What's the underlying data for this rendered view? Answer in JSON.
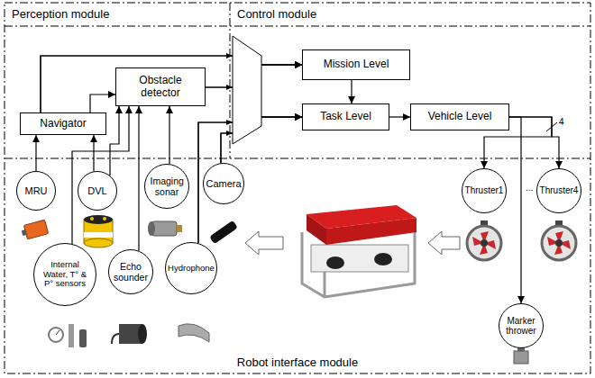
{
  "diagram": {
    "nodes": [
      {
        "text": [
          "Perception module"
        ]
      },
      {
        "text": [
          "Control module"
        ]
      },
      {
        "text": [
          "Robot interface module"
        ]
      },
      {
        "text": [
          "Navigator"
        ],
        "in": 0
      },
      {
        "text": [
          "Obstacle detector"
        ],
        "in": 0
      },
      {
        "text": [
          "Mission Level"
        ],
        "in": 1
      },
      {
        "text": [
          "Task Level"
        ],
        "in": 1
      },
      {
        "text": [
          "Vehicle Level"
        ],
        "in": 1
      },
      {
        "text": [
          "MRU"
        ],
        "in": 2
      },
      {
        "text": [
          "DVL"
        ],
        "in": 2
      },
      {
        "text": [
          "Imaging sonar"
        ],
        "in": 2
      },
      {
        "text": [
          "Camera"
        ],
        "in": 2
      },
      {
        "text": [
          "Internal Water, T° & P° sensors"
        ],
        "in": 2
      },
      {
        "text": [
          "Echo sounder"
        ],
        "in": 2
      },
      {
        "text": [
          "Hydrophone"
        ],
        "in": 2
      },
      {
        "text": [
          "Thruster1"
        ],
        "in": 2
      },
      {
        "text": [
          "Thruster4"
        ],
        "in": 2
      },
      {
        "text": [
          "Marker thrower"
        ],
        "in": 2
      }
    ],
    "edges": [
      {
        "from": 8,
        "to": 3,
        "arrow": "to"
      },
      {
        "from": 9,
        "to": 3,
        "arrow": "to"
      },
      {
        "from": 9,
        "to": 4,
        "arrow": "to"
      },
      {
        "from": 12,
        "to": 4,
        "arrow": "to"
      },
      {
        "from": 13,
        "to": 4,
        "arrow": "to"
      },
      {
        "from": 10,
        "to": 4,
        "arrow": "to"
      },
      {
        "from": 3,
        "to": 4,
        "arrow": "to"
      },
      {
        "from": 3,
        "to": 5,
        "arrow": "to"
      },
      {
        "from": 3,
        "to": 6,
        "arrow": "to"
      },
      {
        "from": 4,
        "to": 5,
        "arrow": "to"
      },
      {
        "from": 4,
        "to": 6,
        "arrow": "to"
      },
      {
        "from": 11,
        "to": 5,
        "arrow": "to"
      },
      {
        "from": 11,
        "to": 6,
        "arrow": "to"
      },
      {
        "from": 14,
        "to": 5,
        "arrow": "to"
      },
      {
        "from": 14,
        "to": 6,
        "arrow": "to"
      },
      {
        "from": 5,
        "to": 6,
        "arrow": "to"
      },
      {
        "from": 6,
        "to": 7,
        "arrow": "to"
      },
      {
        "from": 7,
        "to": 15,
        "arrow": "to"
      },
      {
        "from": 7,
        "to": 16,
        "arrow": "to"
      },
      {
        "from": 7,
        "to": 17,
        "arrow": "to"
      }
    ],
    "labels": [
      "4",
      "..."
    ]
  }
}
